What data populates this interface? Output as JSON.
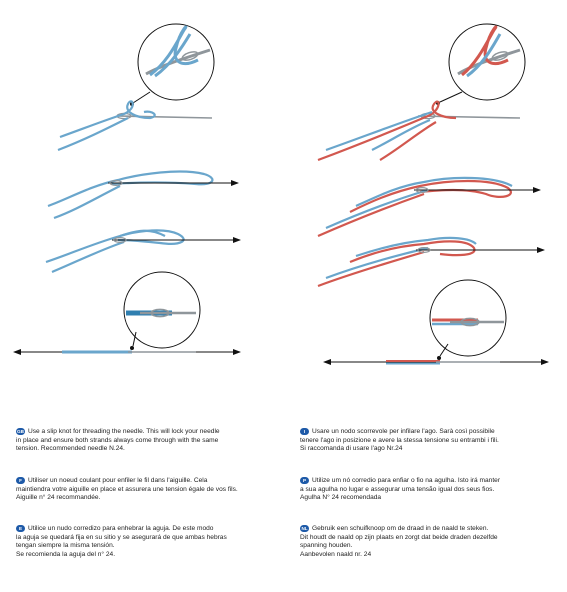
{
  "colors": {
    "thread_blue": "#6aa6cc",
    "thread_red": "#d2584f",
    "needle": "#8f969b",
    "badge": "#1e5aa8",
    "text": "#222222"
  },
  "instructions": [
    {
      "badge": "GB",
      "lines": [
        "Use a slip knot for threading the needle. This will lock your needle",
        "in place and ensure both strands always come through with the same",
        "tension. Recommended needle N.24."
      ]
    },
    {
      "badge": "F",
      "lines": [
        "Utiliser un noeud coulant pour enfiler le fil dans l'aiguille. Cela",
        "maintiendra votre aiguille en place et assurera une tension égale de vos fils.",
        "Aiguille n° 24 recommandée."
      ]
    },
    {
      "badge": "E",
      "lines": [
        "Utilice un nudo corredizo para enhebrar la aguja. De este modo",
        "la aguja se quedará fija en su sitio y se asegurará de que ambas hebras",
        "tengan siempre la misma tensión.",
        "Se recomienda la aguja del n° 24."
      ]
    },
    {
      "badge": "I",
      "lines": [
        "Usare un nodo scorrevole per infilare l'ago. Sarà così possibile",
        "tenere l'ago in posizione e avere la stessa tensione su entrambi i fili.",
        "Si raccomanda di usare l'ago Nr.24"
      ]
    },
    {
      "badge": "P",
      "lines": [
        "Utilize um nó corredio para enfiar o fio na agulha. Isto irá manter",
        "a sua agulha no lugar e assegurar uma tensão igual dos seus fios.",
        "Agulha N° 24 recomendada"
      ]
    },
    {
      "badge": "NL",
      "lines": [
        "Gebruik een schuifknoop om de draad in de naald te steken.",
        "Dit houdt de naald op zijn plaats en zorgt dat beide draden dezelfde",
        "spanning houden.",
        "Aanbevolen naald nr. 24"
      ]
    }
  ]
}
